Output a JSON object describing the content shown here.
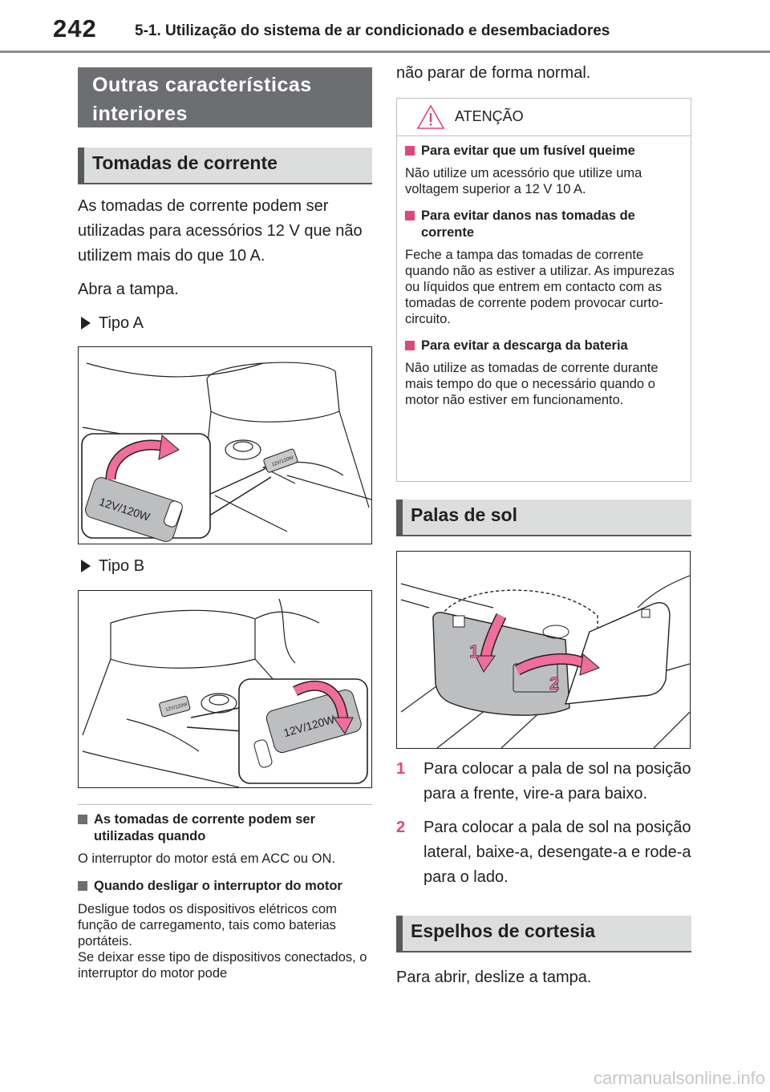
{
  "header": {
    "page_number": "242",
    "chapter_title": "5-1. Utilização do sistema de ar condicionado e desembaciadores"
  },
  "left": {
    "main_heading": "Outras características interiores",
    "section1_title": "Tomadas de corrente",
    "intro": "As tomadas de corrente podem ser utilizadas para acessórios 12 V que não utilizem mais do que 10 A.",
    "open_cover": "Abra a tampa.",
    "type_a": "Tipo A",
    "type_b": "Tipo B",
    "socket_label": "12V/120W",
    "note1_title": "As tomadas de corrente podem ser utilizadas quando",
    "note1_body": "O interruptor do motor está em ACC ou ON.",
    "note2_title": "Quando desligar o interruptor do motor",
    "note2_body_1": "Desligue todos os dispositivos elétricos com função de carregamento, tais como baterias portáteis.",
    "note2_body_2": "Se deixar esse tipo de dispositivos conectados, o interruptor do motor pode"
  },
  "right": {
    "continuation": "não parar de forma normal.",
    "warning_title": "ATENÇÃO",
    "warn1_title": "Para evitar que um fusível queime",
    "warn1_body": "Não utilize um acessório que utilize uma voltagem superior a 12 V 10 A.",
    "warn2_title": "Para evitar danos nas tomadas de corrente",
    "warn2_body": "Feche a tampa das tomadas de corrente quando não as estiver a utilizar. As impurezas ou líquidos que entrem em contacto com as tomadas de corrente podem provocar curto-circuito.",
    "warn3_title": "Para evitar a descarga da bateria",
    "warn3_body": "Não utilize as tomadas de corrente durante mais tempo do que o necessário quando o motor não estiver em funcionamento.",
    "section2_title": "Palas de sol",
    "fig_label_1": "1",
    "fig_label_2": "2",
    "step1_num": "1",
    "step1_text": "Para colocar a pala de sol na posição para a frente, vire-a para baixo.",
    "step2_num": "2",
    "step2_text": "Para colocar a pala de sol na posição lateral, baixe-a, desengate-a e rode-a para o lado.",
    "section3_title": "Espelhos de cortesia",
    "mirror_text": "Para abrir, deslize a tampa."
  },
  "watermark": "carmanualsonline.info",
  "colors": {
    "accent": "#e0457b",
    "dark_heading": "#6d6e71",
    "section_bg": "#dcdddd"
  }
}
